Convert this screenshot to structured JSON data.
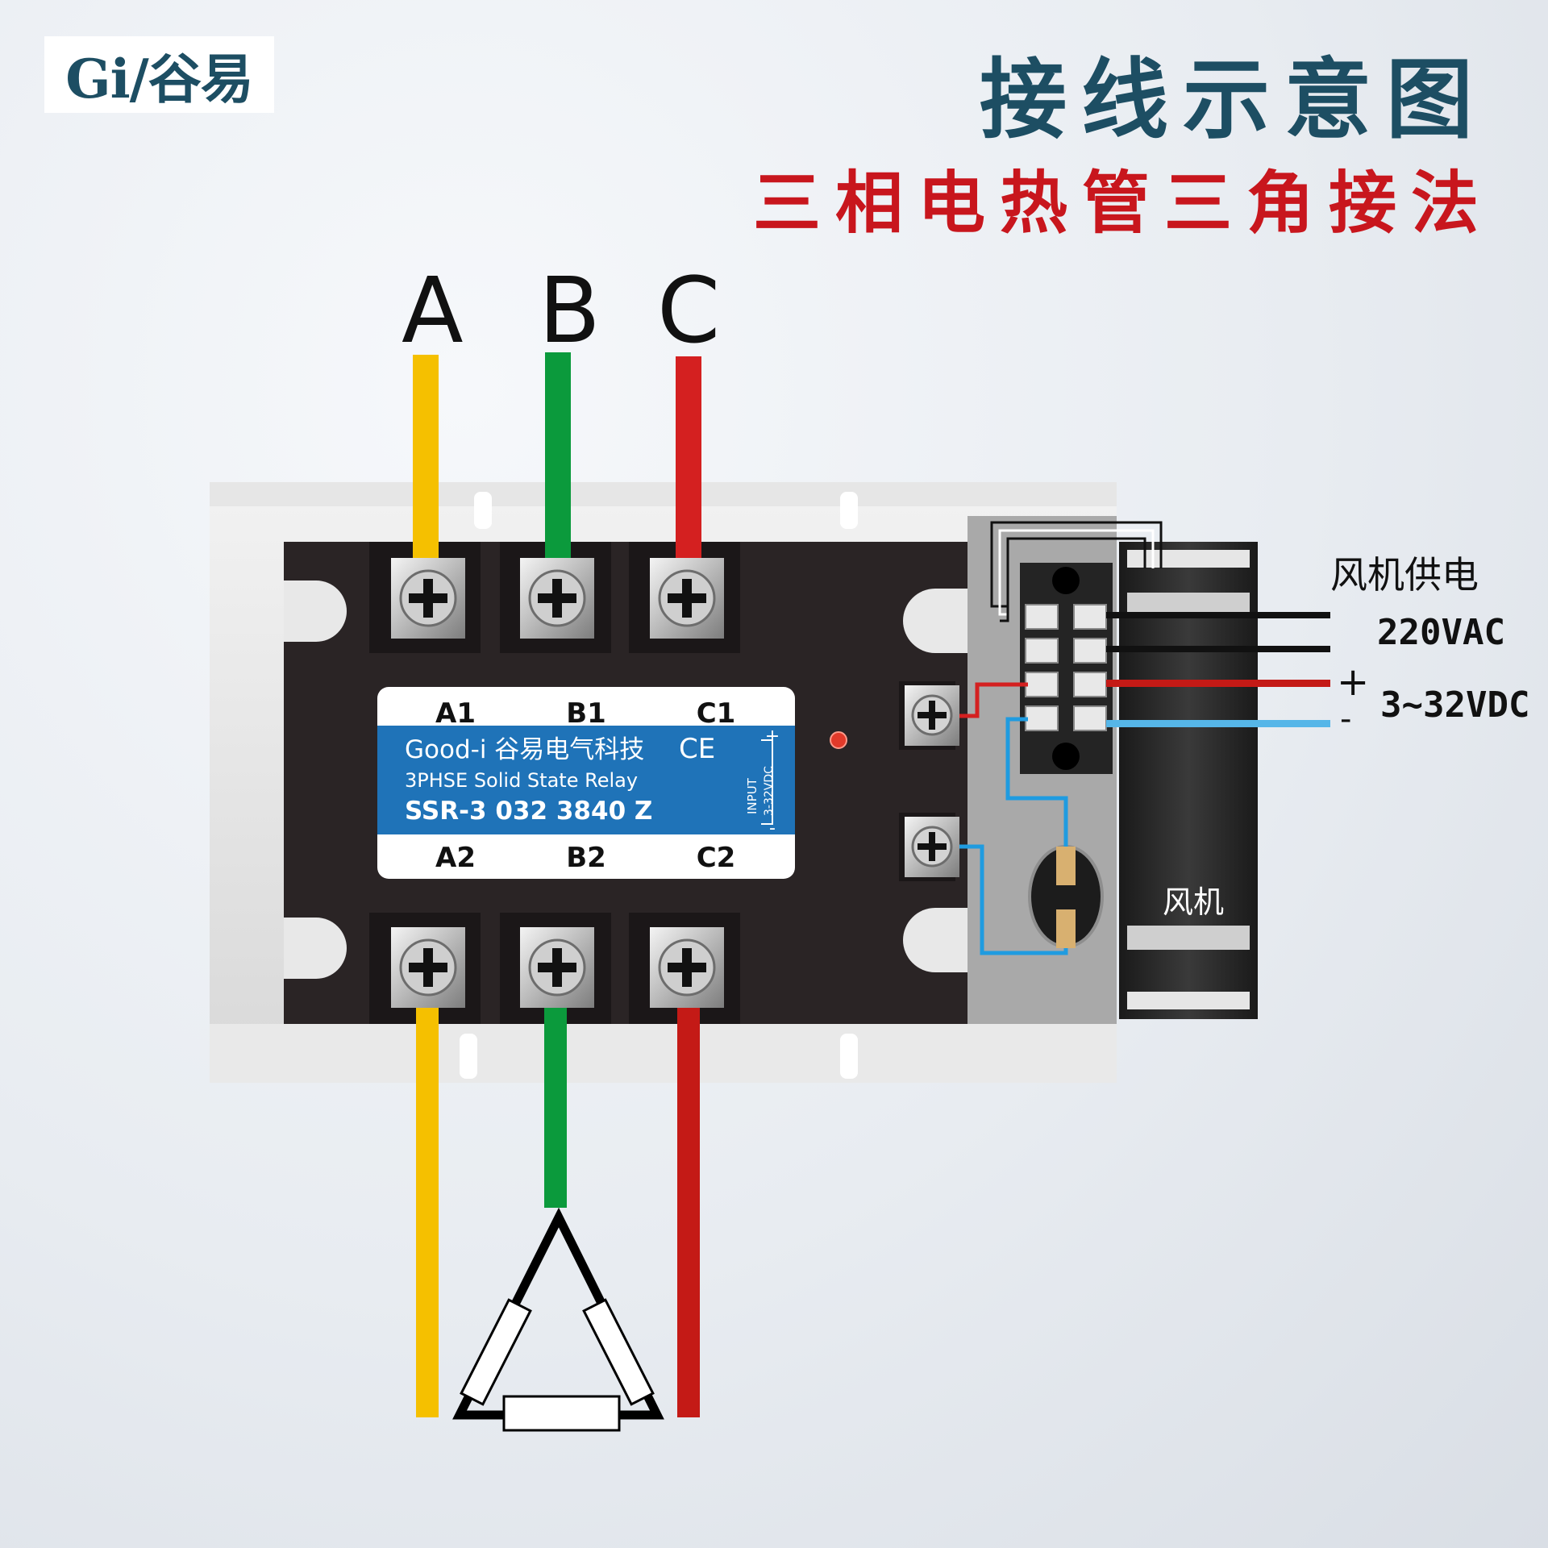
{
  "brand": {
    "logo_text": "Gi/谷易"
  },
  "title": {
    "main": "接线示意图",
    "subtitle": "三相电热管三角接法"
  },
  "phases": [
    "A",
    "B",
    "C"
  ],
  "relay": {
    "top_terminals": [
      "A1",
      "B1",
      "C1"
    ],
    "bottom_terminals": [
      "A2",
      "B2",
      "C2"
    ],
    "brand_line": "Good-i 谷易电气科技",
    "ce_mark": "CE",
    "product_type": "3PHSE Solid State Relay",
    "model": "SSR-3 032 3840 Z",
    "input_plus": "+",
    "input_label": "INPUT",
    "input_range": "3-32VDC",
    "input_minus": "-"
  },
  "fan": {
    "label": "风机"
  },
  "labels": {
    "fan_supply": "风机供电",
    "fan_voltage": "220VAC",
    "control_plus": "+",
    "control_minus": "-",
    "control_voltage": "3~32VDC"
  },
  "colors": {
    "phase_a": "#f5c000",
    "phase_b": "#0b9a3c",
    "phase_c": "#d42020",
    "relay_body": "#2a2425",
    "label_blue": "#1f73b8",
    "title_blue": "#1d4e63",
    "title_red": "#c8161d",
    "wire_blue": "#56b6e8"
  }
}
